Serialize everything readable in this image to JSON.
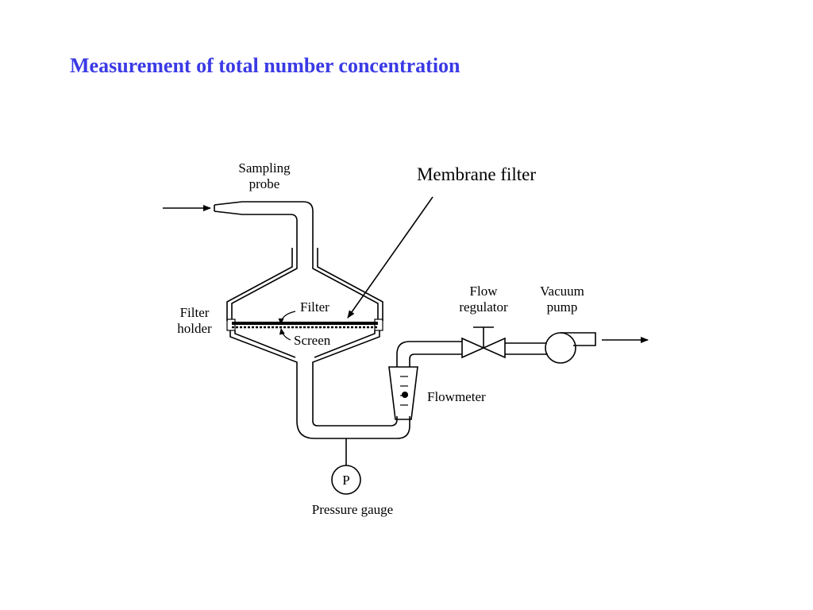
{
  "title": "Measurement of total number concentration",
  "labels": {
    "sampling_probe_1": "Sampling",
    "sampling_probe_2": "probe",
    "membrane_filter": "Membrane filter",
    "filter": "Filter",
    "screen": "Screen",
    "filter_holder_1": "Filter",
    "filter_holder_2": "holder",
    "flow_regulator_1": "Flow",
    "flow_regulator_2": "regulator",
    "vacuum_pump_1": "Vacuum",
    "vacuum_pump_2": "pump",
    "flowmeter": "Flowmeter",
    "pressure_gauge_symbol": "P",
    "pressure_gauge": "Pressure gauge"
  }
}
